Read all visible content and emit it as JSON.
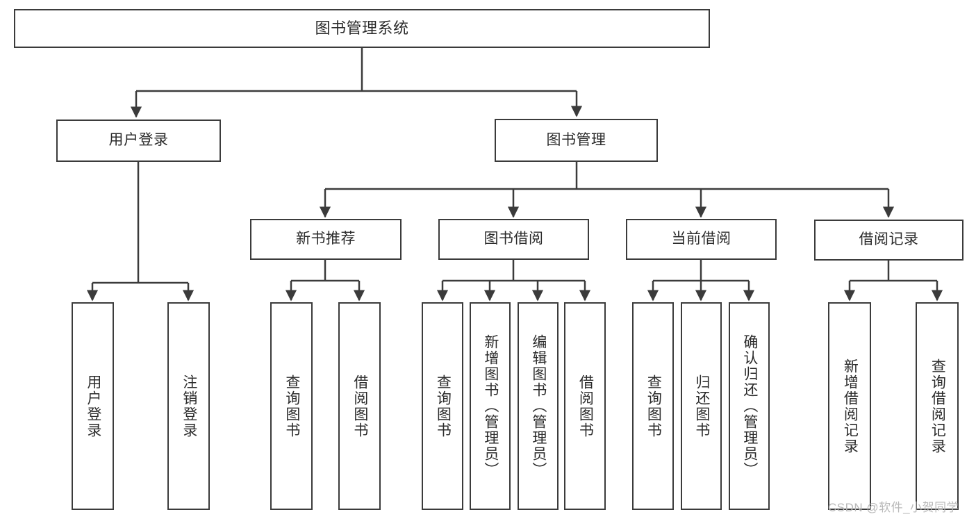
{
  "diagram": {
    "title_text": "图书管理系统",
    "watermark": "CSDN @软件_小贺同学",
    "colors": {
      "stroke": "#3b3b3b",
      "fill": "#ffffff",
      "text": "#2b2b2b",
      "watermark": "#b9b9b9"
    },
    "nodes": {
      "root": {
        "label": "图书管理系统"
      },
      "level2": [
        {
          "label": "用户登录"
        },
        {
          "label": "图书管理"
        }
      ],
      "level3": [
        {
          "label": "新书推荐"
        },
        {
          "label": "图书借阅"
        },
        {
          "label": "当前借阅"
        },
        {
          "label": "借阅记录"
        }
      ],
      "leaves_user_login": [
        {
          "label": "用户登录"
        },
        {
          "label": "注销登录"
        }
      ],
      "leaves_new_book": [
        {
          "label": "查询图书"
        },
        {
          "label": "借阅图书"
        }
      ],
      "leaves_borrow": [
        {
          "label": "查询图书"
        },
        {
          "label": "新增图书（管理员）"
        },
        {
          "label": "编辑图书（管理员）"
        },
        {
          "label": "借阅图书"
        }
      ],
      "leaves_current": [
        {
          "label": "查询图书"
        },
        {
          "label": "归还图书"
        },
        {
          "label": "确认归还（管理员）"
        }
      ],
      "leaves_records": [
        {
          "label": "新增借阅记录"
        },
        {
          "label": "查询借阅记录"
        }
      ]
    }
  }
}
